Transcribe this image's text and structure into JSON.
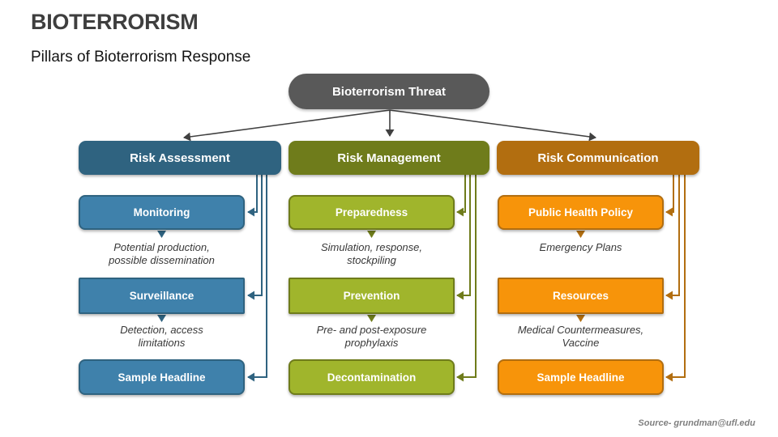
{
  "header": {
    "title": "BIOTERRORISM",
    "subtitle": "Pillars of Bioterrorism Response"
  },
  "diagram": {
    "root": {
      "label": "Bioterrorism Threat",
      "color": "#595959"
    },
    "connector_root_color": "#404040",
    "columns": [
      {
        "title": "Risk Assessment",
        "header_color": "#2F6380",
        "box_color": "#3F81AB",
        "items": [
          {
            "label": "Monitoring",
            "desc": "Potential production,\npossible dissemination"
          },
          {
            "label": "Surveillance",
            "desc": "Detection, access\nlimitations"
          },
          {
            "label": "Sample Headline"
          }
        ]
      },
      {
        "title": "Risk Management",
        "header_color": "#6F7C1B",
        "box_color": "#A0B52C",
        "items": [
          {
            "label": "Preparedness",
            "desc": "Simulation, response,\nstockpiling"
          },
          {
            "label": "Prevention",
            "desc": "Pre- and post-exposure\nprophylaxis"
          },
          {
            "label": "Decontamination"
          }
        ]
      },
      {
        "title": "Risk Communication",
        "header_color": "#B26E10",
        "box_color": "#F7940A",
        "items": [
          {
            "label": "Public Health Policy",
            "desc": "Emergency Plans"
          },
          {
            "label": "Resources",
            "desc": "Medical Countermeasures,\nVaccine"
          },
          {
            "label": "Sample Headline"
          }
        ]
      }
    ]
  },
  "footer": {
    "source": "Source- grundman@ufl.edu"
  }
}
